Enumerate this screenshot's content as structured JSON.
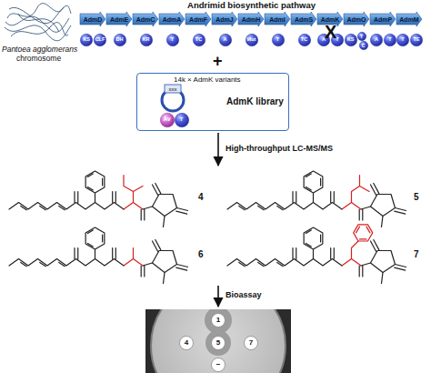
{
  "diagram": {
    "title": "Andrimid biosynthetic pathway",
    "nodes": [
      {
        "text": [
          "AdmD"
        ]
      },
      {
        "text": [
          "AdmE"
        ]
      },
      {
        "text": [
          "AdmC"
        ]
      },
      {
        "text": [
          "AdmA"
        ]
      },
      {
        "text": [
          "AdmF"
        ]
      },
      {
        "text": [
          "AdmJ"
        ]
      },
      {
        "text": [
          "AdmH"
        ]
      },
      {
        "text": [
          "AdmI"
        ]
      },
      {
        "text": [
          "AdmS"
        ]
      },
      {
        "text": [
          "AdmK"
        ]
      },
      {
        "text": [
          "AdmO"
        ]
      },
      {
        "text": [
          "AdmP"
        ]
      },
      {
        "text": [
          "AdmM"
        ]
      },
      {
        "text": [
          "KS"
        ]
      },
      {
        "text": [
          "CLF"
        ]
      },
      {
        "text": [
          "DH"
        ]
      },
      {
        "text": [
          "KR"
        ]
      },
      {
        "text": [
          "T"
        ]
      },
      {
        "text": [
          "TC"
        ]
      },
      {
        "text": [
          "A"
        ]
      },
      {
        "text": [
          "Mut"
        ]
      },
      {
        "text": [
          "T"
        ]
      },
      {
        "text": [
          "TC"
        ]
      },
      {
        "text": [
          "A"
        ]
      },
      {
        "text": [
          "T"
        ]
      },
      {
        "text": [
          "KS"
        ]
      },
      {
        "text": [
          "T"
        ]
      },
      {
        "text": [
          "C"
        ]
      },
      {
        "text": [
          "A"
        ]
      },
      {
        "text": [
          "T"
        ]
      },
      {
        "text": [
          "T"
        ]
      },
      {
        "text": [
          "TE"
        ]
      },
      {
        "text": [
          "14k × AdmK variants",
          "AdmK library"
        ]
      },
      {
        "text": [
          "xxx"
        ],
        "in": 32
      },
      {
        "text": [
          "Av"
        ],
        "in": 32
      },
      {
        "text": [
          "T"
        ],
        "in": 32
      },
      {
        "text": [
          "1"
        ]
      },
      {
        "text": [
          "4"
        ]
      },
      {
        "text": [
          "5"
        ]
      },
      {
        "text": [
          "7"
        ]
      },
      {
        "text": [
          "−"
        ]
      }
    ],
    "labels": [
      "Pantoea agglomerans",
      "chromosome",
      "X",
      "+",
      "High-throughput LC-MS/MS",
      "4",
      "5",
      "6",
      "7",
      "Bioassay"
    ]
  }
}
